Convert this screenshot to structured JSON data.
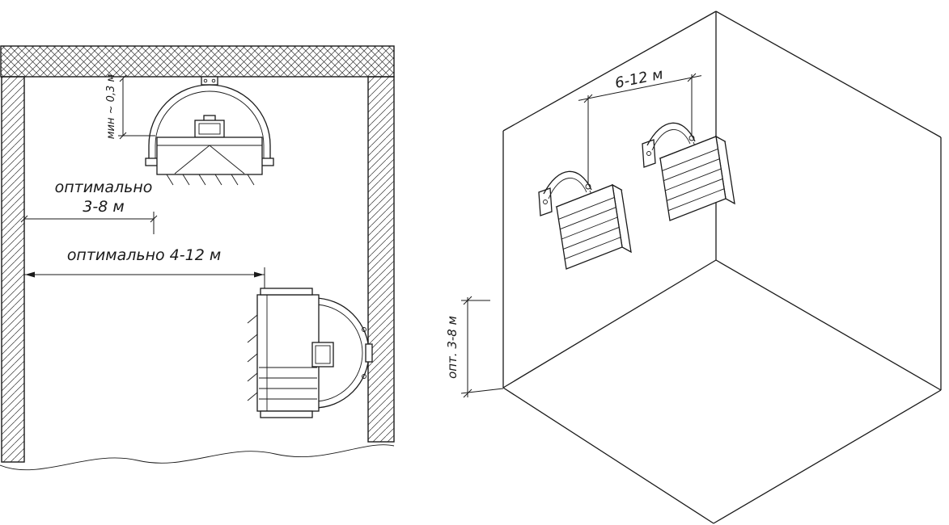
{
  "diagram": {
    "left": {
      "min_height_label": "мин ~ 0,3 м",
      "optimal_word": "оптимально",
      "optimal_range": "3-8 м",
      "optimal_width_label": "оптимально 4-12 м"
    },
    "right": {
      "spacing_label": "6-12 м",
      "height_label": "опт. 3-8 м"
    },
    "colors": {
      "line": "#1a1a1a",
      "background": "#ffffff"
    }
  }
}
